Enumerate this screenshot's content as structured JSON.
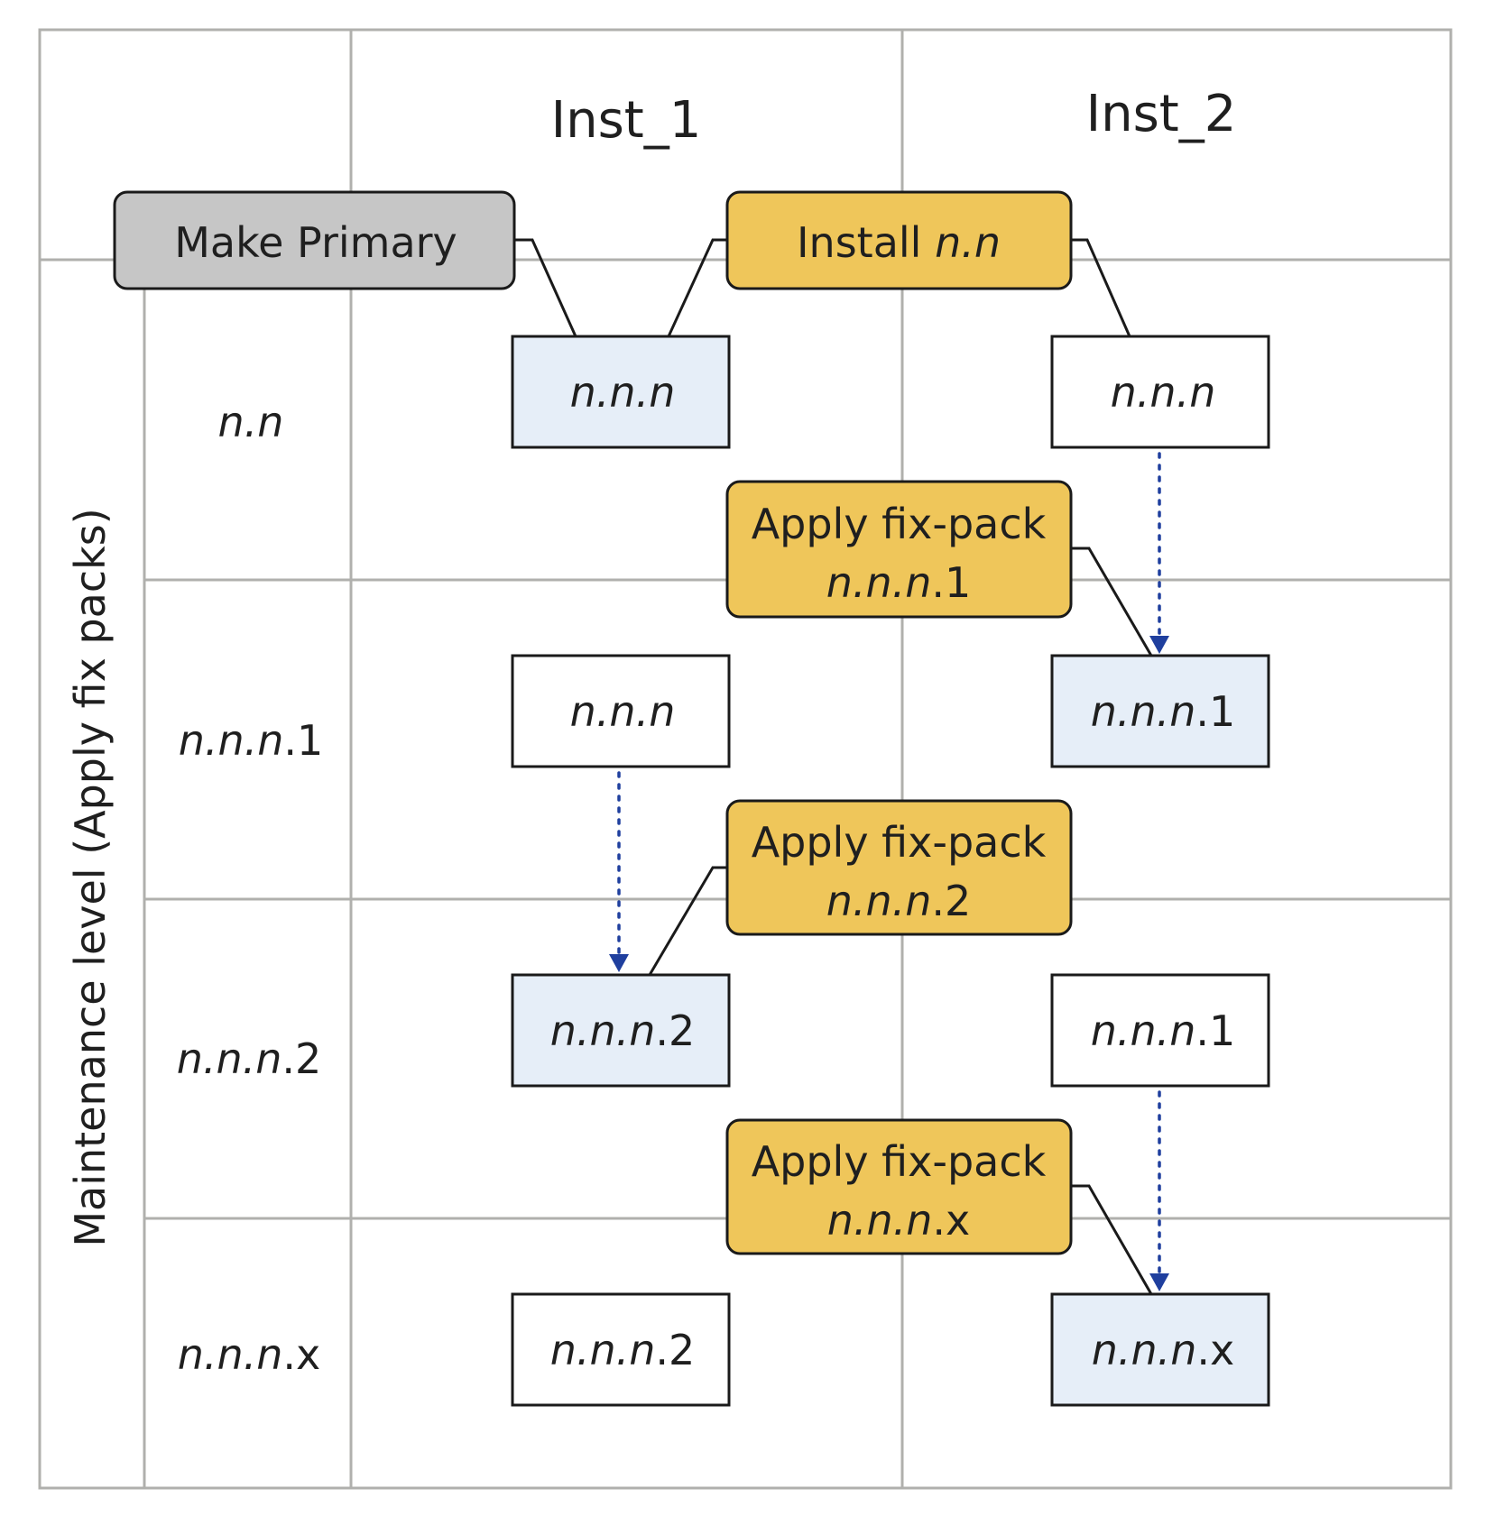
{
  "colors": {
    "grid": "#b0b0ad",
    "gray_action": "#c6c6c6",
    "yellow_action": "#efc65a",
    "active_box": "#e6eef8",
    "inactive_box": "#ffffff",
    "arrow": "#1f3f9e"
  },
  "columns": {
    "inst1": "Inst_1",
    "inst2": "Inst_2"
  },
  "row_axis_label": "Maintenance level (Apply fix packs)",
  "levels": [
    {
      "parts": [
        {
          "t": "n.n",
          "i": true
        }
      ]
    },
    {
      "parts": [
        {
          "t": "n.n.n",
          "i": true
        },
        {
          "t": ".1",
          "i": false
        }
      ]
    },
    {
      "parts": [
        {
          "t": "n.n.n",
          "i": true
        },
        {
          "t": ".2",
          "i": false
        }
      ]
    },
    {
      "parts": [
        {
          "t": "n.n.n",
          "i": true
        },
        {
          "t": ".x",
          "i": false
        }
      ]
    }
  ],
  "actions": {
    "make_primary": {
      "line1": [
        {
          "t": "Make Primary",
          "i": false
        }
      ]
    },
    "install": {
      "line1": [
        {
          "t": "Install ",
          "i": false
        },
        {
          "t": "n.n",
          "i": true
        }
      ]
    },
    "fixpack1": {
      "line1": [
        {
          "t": "Apply fix-pack",
          "i": false
        }
      ],
      "line2": [
        {
          "t": "n.n.n",
          "i": true
        },
        {
          "t": ".1",
          "i": false
        }
      ]
    },
    "fixpack2": {
      "line1": [
        {
          "t": "Apply fix-pack",
          "i": false
        }
      ],
      "line2": [
        {
          "t": "n.n.n",
          "i": true
        },
        {
          "t": ".2",
          "i": false
        }
      ]
    },
    "fixpackx": {
      "line1": [
        {
          "t": "Apply fix-pack",
          "i": false
        }
      ],
      "line2": [
        {
          "t": "n.n.n",
          "i": true
        },
        {
          "t": ".x",
          "i": false
        }
      ]
    }
  },
  "versions": {
    "inst1": [
      {
        "parts": [
          {
            "t": "n.n.n",
            "i": true
          }
        ],
        "active": true
      },
      {
        "parts": [
          {
            "t": "n.n.n",
            "i": true
          }
        ],
        "active": false
      },
      {
        "parts": [
          {
            "t": "n.n.n",
            "i": true
          },
          {
            "t": ".2",
            "i": false
          }
        ],
        "active": true
      },
      {
        "parts": [
          {
            "t": "n.n.n",
            "i": true
          },
          {
            "t": ".2",
            "i": false
          }
        ],
        "active": false
      }
    ],
    "inst2": [
      {
        "parts": [
          {
            "t": "n.n.n",
            "i": true
          }
        ],
        "active": false
      },
      {
        "parts": [
          {
            "t": "n.n.n",
            "i": true
          },
          {
            "t": ".1",
            "i": false
          }
        ],
        "active": true
      },
      {
        "parts": [
          {
            "t": "n.n.n",
            "i": true
          },
          {
            "t": ".1",
            "i": false
          }
        ],
        "active": false
      },
      {
        "parts": [
          {
            "t": "n.n.n",
            "i": true
          },
          {
            "t": ".x",
            "i": false
          }
        ],
        "active": true
      }
    ]
  }
}
